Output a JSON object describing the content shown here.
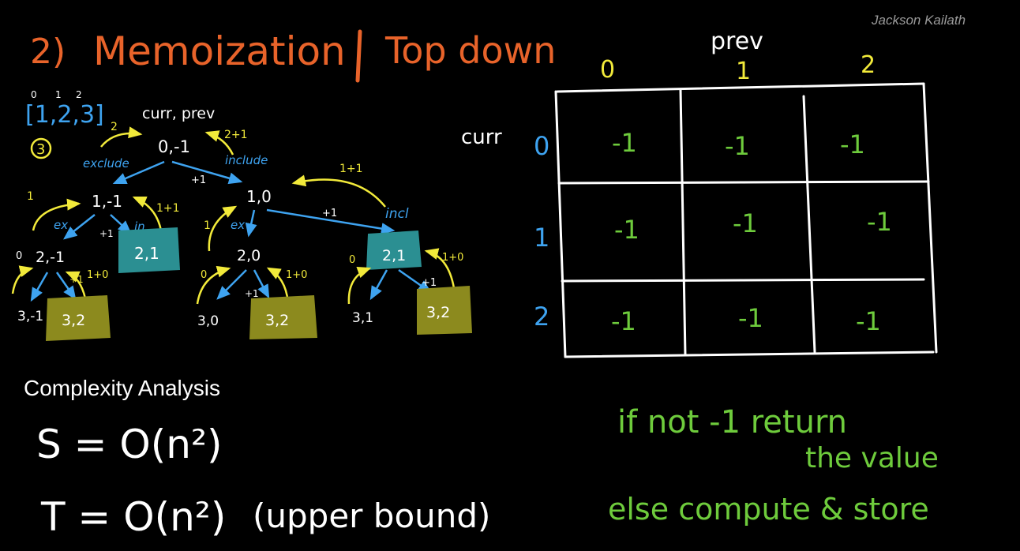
{
  "watermark": "Jackson Kailath",
  "title": {
    "number": "2)",
    "left": "Memoization",
    "right": "Top down"
  },
  "array": {
    "indices": [
      "0",
      "1",
      "2"
    ],
    "values": "[1,2,3]",
    "answer": "3"
  },
  "tree": {
    "header": "curr, prev",
    "root": "0,-1",
    "exclude_label": "exclude",
    "include_label": "include",
    "root_left_return": "2",
    "root_right_return": "2+1",
    "nodes": {
      "n1m1": "1,-1",
      "n10": "1,0",
      "n2m1": "2,-1",
      "n21a": "2,1",
      "n20": "2,0",
      "n21b": "2,1",
      "n3m1": "3,-1",
      "n32a": "3,2",
      "n30": "3,0",
      "n32b": "3,2",
      "n31": "3,1",
      "n32c": "3,2"
    },
    "labels": {
      "ex": "ex",
      "in": "in",
      "incl": "incl",
      "ex2": "ex",
      "plus1": "+1",
      "one": "1",
      "zero": "0",
      "one_plus_one": "1+1",
      "one_plus_zero": "1+0"
    }
  },
  "dp_table": {
    "col_header": "prev",
    "row_header": "curr",
    "cols": [
      "0",
      "1",
      "2"
    ],
    "rows": [
      "0",
      "1",
      "2"
    ],
    "cells": [
      [
        "-1",
        "-1",
        "-1"
      ],
      [
        "-1",
        "-1",
        "-1"
      ],
      [
        "-1",
        "-1",
        "-1"
      ]
    ]
  },
  "rule": {
    "line1": "if not -1 return",
    "line2": "the value",
    "line3": "else compute & store"
  },
  "complexity": {
    "heading": "Complexity Analysis",
    "space": "S = O(n²)",
    "time": "T = O(n²)",
    "note": "(upper bound)"
  },
  "colors": {
    "orange": "#e8632a",
    "yellow": "#f2ea3a",
    "blue": "#3ea3f0",
    "green": "#6ecb3c",
    "teal": "#2b8f92",
    "olive": "#8c8a1e",
    "white": "#ffffff"
  }
}
